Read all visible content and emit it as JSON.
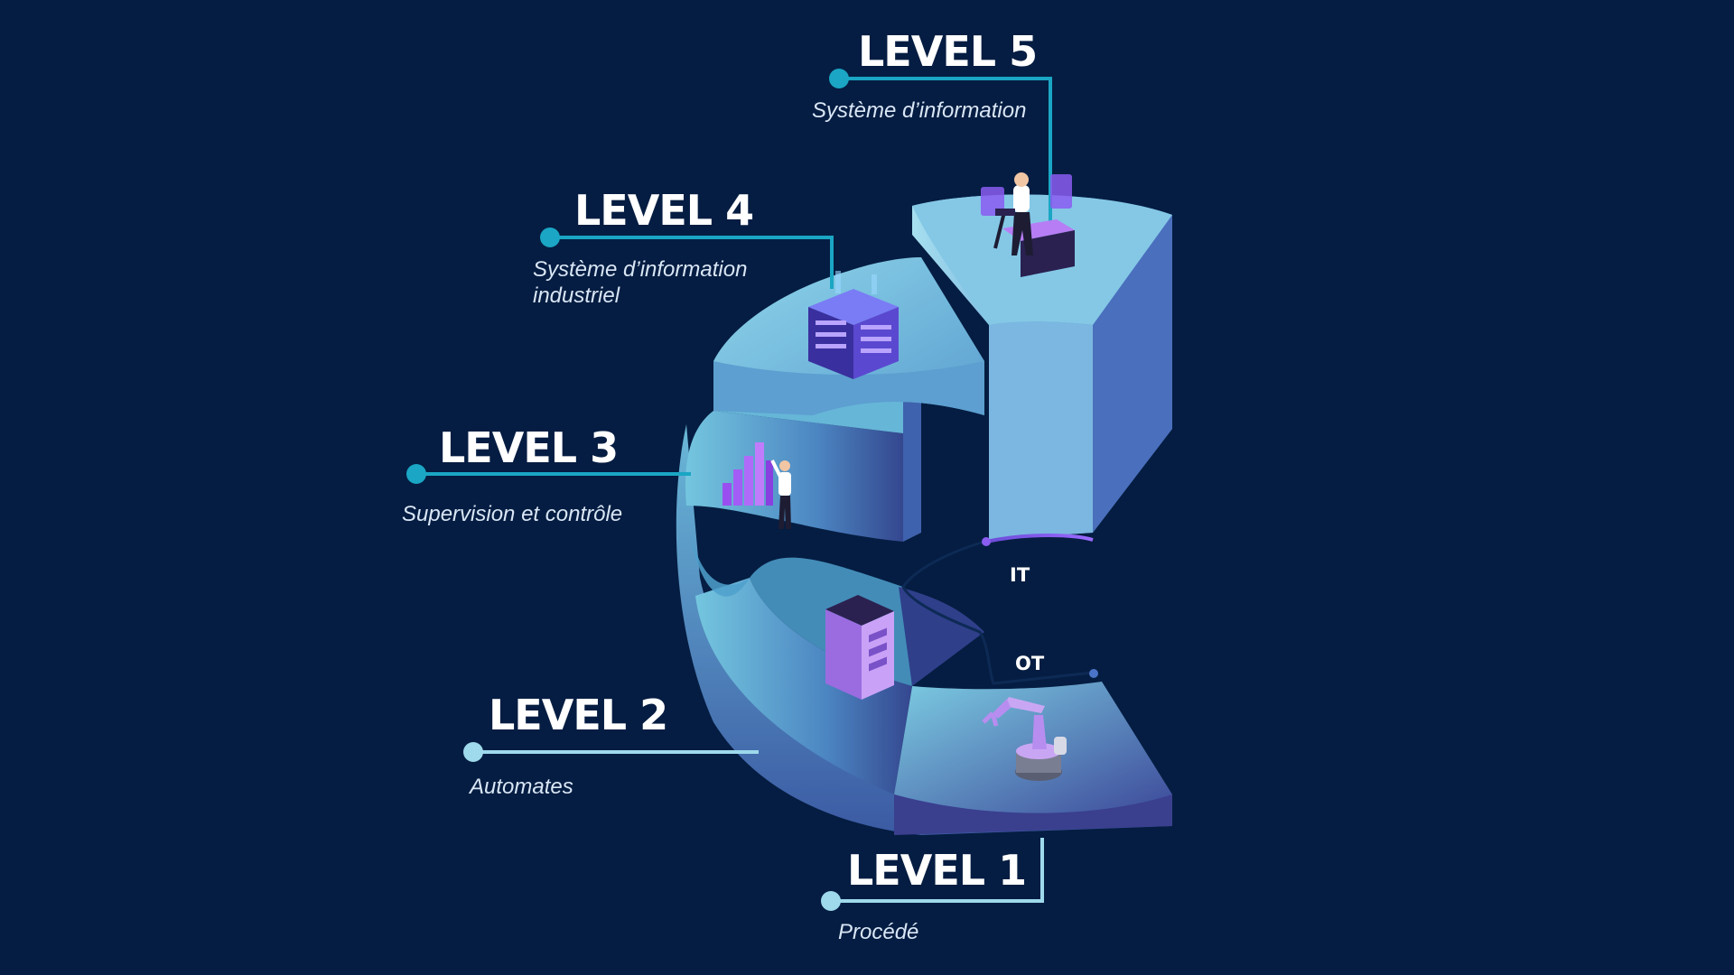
{
  "levels": [
    {
      "title": "LEVEL 5",
      "desc": "Système d’information"
    },
    {
      "title": "LEVEL 4",
      "desc_line1": "Système d’information",
      "desc_line2": "industriel"
    },
    {
      "title": "LEVEL 3",
      "desc": "Supervision et contrôle"
    },
    {
      "title": "LEVEL 2",
      "desc": "Automates"
    },
    {
      "title": "LEVEL 1",
      "desc": "Procédé"
    }
  ],
  "divider": {
    "upper": "IT",
    "lower": "OT"
  },
  "colors": {
    "background": "#051d42",
    "connector_dark": "#1aa6c4",
    "connector_light": "#9ed9ec",
    "block_light": "#7ed4e6",
    "block_mid": "#4a8fc4",
    "block_dark": "#2d3f8c",
    "accent_purple": "#a46bf0"
  },
  "icons": [
    "office-worker-icon",
    "server-rack-icon",
    "bar-chart-icon",
    "control-cabinet-icon",
    "robot-arm-icon"
  ]
}
